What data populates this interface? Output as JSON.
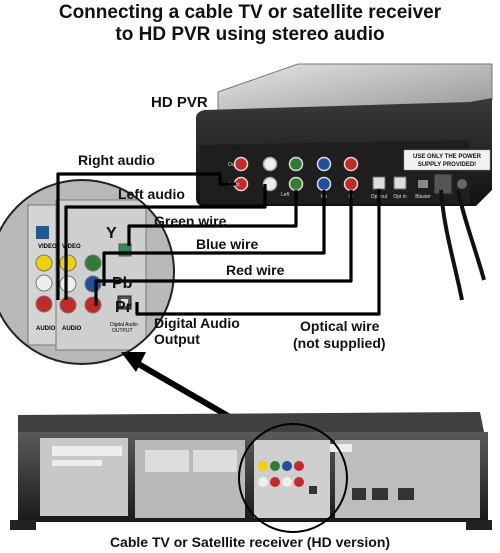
{
  "title": {
    "line1": "Connecting a cable TV or satellite receiver",
    "line2": "to HD PVR using stereo audio"
  },
  "device_label": "HD PVR",
  "pvr": {
    "warning": "USE ONLY THE POWER SUPPLY PROVIDED!",
    "ports": [
      "Out",
      "Right",
      "Left",
      "Y",
      "Pb",
      "Pr",
      "Opt out",
      "Opt in",
      "Blaster"
    ]
  },
  "wires": {
    "right_audio": "Right audio",
    "left_audio": "Left audio",
    "green": "Green wire",
    "blue": "Blue wire",
    "red": "Red wire",
    "optical_line1": "Optical wire",
    "optical_line2": "(not supplied)"
  },
  "panel": {
    "y": "Y",
    "pb": "Pb",
    "pr": "Pr",
    "digital_audio_line1": "Digital Audio",
    "digital_audio_line2": "Output",
    "audio_left": "AUDIO",
    "audio_right": "AUDIO",
    "video1": "VIDEO",
    "video2": "VIDEO",
    "digital_small": "Digital Audio OUTPUT"
  },
  "receiver_caption": "Cable TV or Satellite receiver (HD version)"
}
